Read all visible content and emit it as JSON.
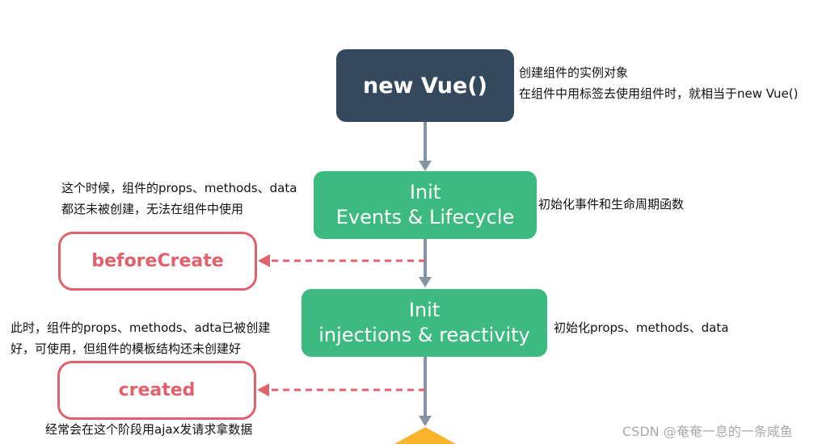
{
  "new_vue": {
    "label": "new Vue()",
    "note_line1": "创建组件的实例对象",
    "note_line2": "在组件中用标签去使用组件时，就相当于new Vue()"
  },
  "init_events": {
    "line1": "Init",
    "line2": "Events & Lifecycle",
    "note": "初始化事件和生命周期函数"
  },
  "before_create": {
    "label": "beforeCreate",
    "note_line1": "这个时候，组件的props、methods、data",
    "note_line2": "都还未被创建，无法在组件中使用"
  },
  "init_injections": {
    "line1": "Init",
    "line2": "injections & reactivity",
    "note": "初始化props、methods、data"
  },
  "created": {
    "label": "created",
    "note_line1": "此时，组件的props、methods、adta已被创建",
    "note_line2": "好，可使用，但组件的模板结构还未创建好",
    "note_below": "经常会在这个阶段用ajax发请求拿数据"
  },
  "watermark": "CSDN @奄奄一息的一条咸鱼",
  "colors": {
    "dark_box": "#35495e",
    "green_box": "#3dba7f",
    "hook_red": "#e0606b",
    "arrow_gray": "#8496a3",
    "next_step_orange": "#f8b42d"
  }
}
